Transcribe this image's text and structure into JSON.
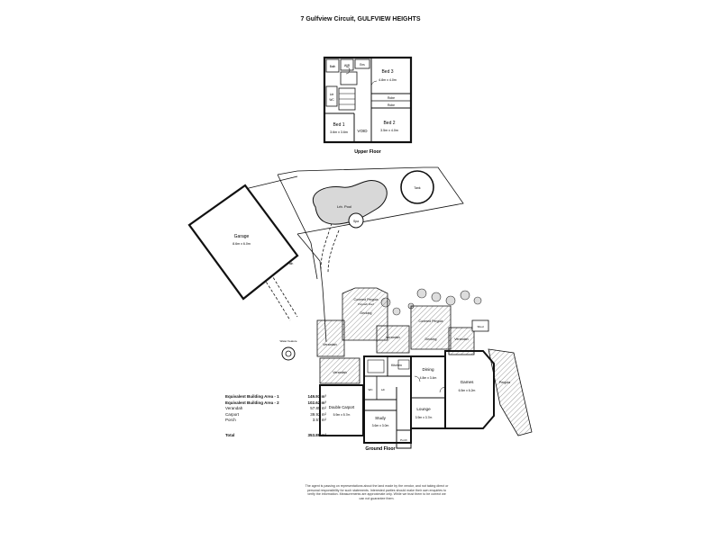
{
  "address": "7 Gulfview Circuit, GULFVIEW HEIGHTS",
  "upper_floor": {
    "caption": "Upper Floor",
    "rooms": {
      "bed3_name": "Bed 3",
      "bed3_size": "4.8m x 4.0m",
      "bed1_name": "Bed 1",
      "bed1_size": "3.6m x 3.6m",
      "bed2_name": "Bed 2",
      "bed2_size": "3.5m x 4.0m",
      "void": "VOID",
      "robe1": "Robe",
      "robe2": "Robe",
      "bath": "Bath",
      "wir": "WIR",
      "ens": "Ens",
      "ldr": "Ldr",
      "wc": "WC"
    }
  },
  "outdoor": {
    "pool": "Lrb. Pool",
    "spa": "Spa",
    "tank": "Tank",
    "garage_name": "Garage",
    "garage_size": "8.6m x 6.0m",
    "water_feature": "Water Feature",
    "path": "Path"
  },
  "ground_floor": {
    "caption": "Ground Floor",
    "rooms": {
      "covered_pergola_1": "Covered Pergola",
      "covered_pergola_2": "Covered Pergola",
      "pergola_note": "Polycarb Roof",
      "decking_1": "Decking",
      "decking_2": "Decking",
      "verandah_1": "Verandah",
      "verandah_2": "Verandah",
      "verandah_3": "Verandah",
      "verandah_4": "Verandah",
      "verandah_5": "Verandah",
      "kitchen": "Kitchen",
      "dining_name": "Dining",
      "dining_size": "4.8m x 3.4m",
      "games_name": "Games",
      "games_size": "6.5m x 6.2m",
      "pergola": "Pergola",
      "lounge_name": "Lounge",
      "lounge_size": "3.9m x 3.7m",
      "study_name": "Study",
      "study_size": "3.6m x 3.0m",
      "carport_name": "Double Carport",
      "carport_size": "5.9m x 5.7m",
      "porch": "Porch",
      "ldr": "Ldr",
      "wc": "WC",
      "shed": "Shed"
    }
  },
  "areas": [
    {
      "label": "Equivalent Building Area - 1",
      "value": "149.93 m²"
    },
    {
      "label": "Equivalent Building Area - 2",
      "value": "102.62 m²"
    },
    {
      "label": "Verandah",
      "value": "57.85 m²"
    },
    {
      "label": "Carport",
      "value": "39.92 m²"
    },
    {
      "label": "Porch",
      "value": "3.57 m²"
    }
  ],
  "total": {
    "label": "Total",
    "value": "353.89 m²"
  },
  "disclaimer": "The agent is passing on representations about the land made by the vendor, and not taking direct or personal responsibility for such statements. Interested parties should make their own enquiries to verify the information. Measurements are approximate only. While we trust them to be correct we can not guarantee them."
}
